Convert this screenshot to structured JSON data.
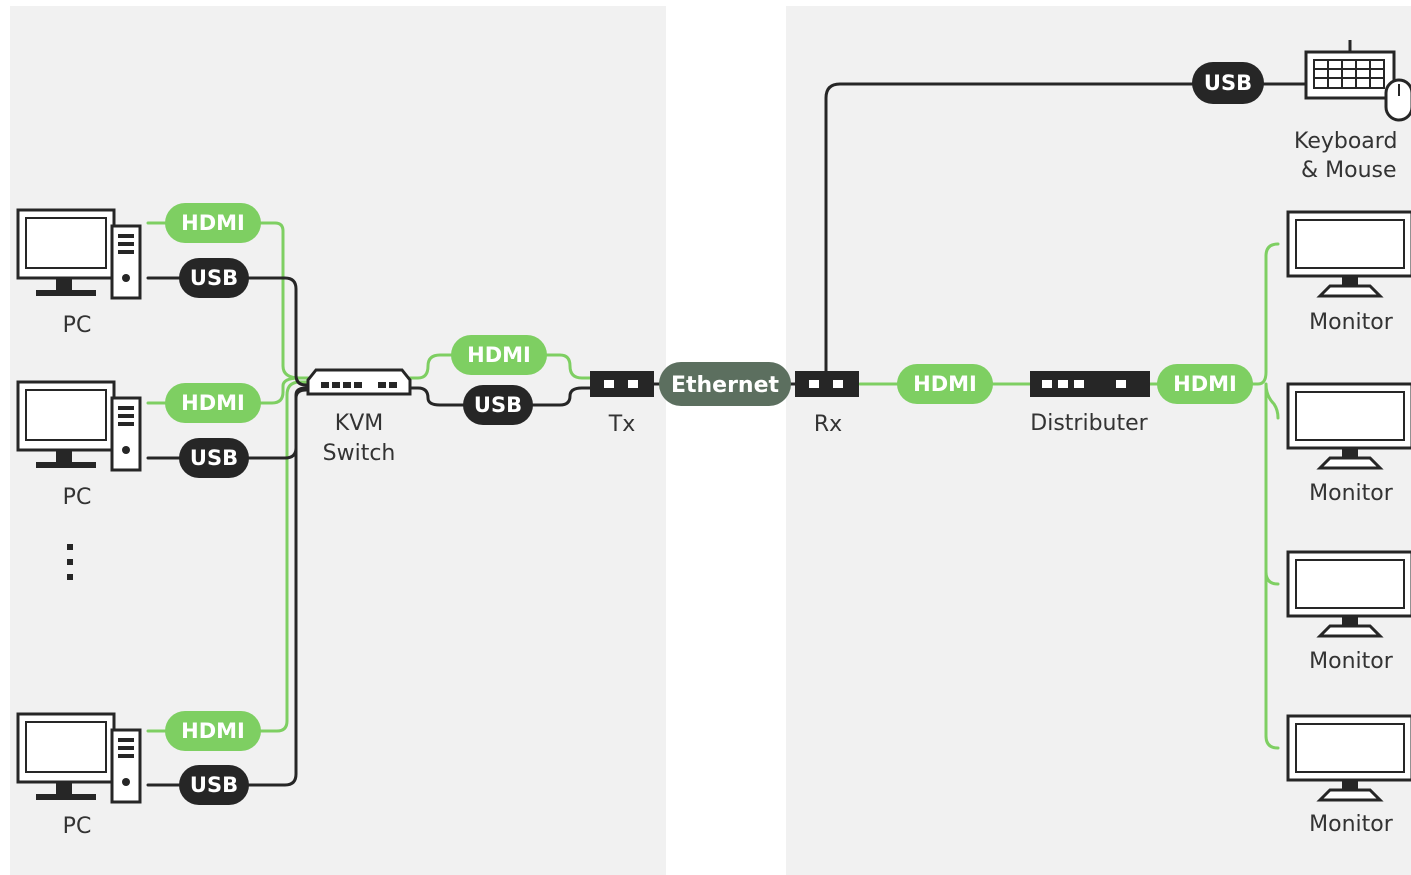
{
  "colors": {
    "panel_bg": "#f1f1f1",
    "hdmi_green": "#7ecf62",
    "usb_dark": "#262626",
    "ethernet": "#5c6f5f",
    "line_dark": "#262626",
    "text": "#333333"
  },
  "pills": {
    "hdmi": "HDMI",
    "usb": "USB",
    "ethernet": "Ethernet"
  },
  "labels": {
    "pc": "PC",
    "kvm_line1": "KVM",
    "kvm_line2": "Switch",
    "tx": "Tx",
    "rx": "Rx",
    "distributer": "Distributer",
    "keyboard_line1": "Keyboard",
    "keyboard_line2": "& Mouse",
    "monitor": "Monitor"
  },
  "icons": [
    "pc-icon",
    "kvm-switch-icon",
    "tx-box-icon",
    "rx-box-icon",
    "distributer-icon",
    "keyboard-mouse-icon",
    "monitor-icon",
    "vertical-ellipsis-icon"
  ]
}
